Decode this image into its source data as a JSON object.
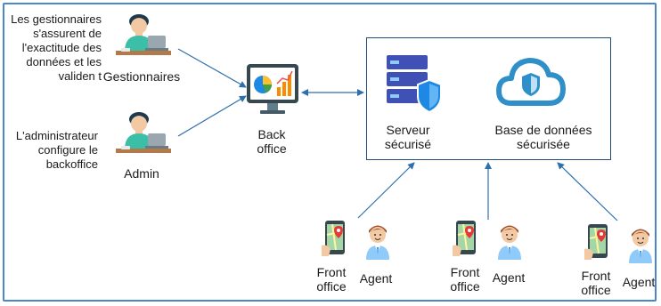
{
  "notes": {
    "managers_note": [
      "Les gestionnaires",
      "s'assurent de",
      "l'exactitude des",
      "données et les",
      "validen t"
    ],
    "admin_note": [
      "L'administrateur",
      "configure le",
      "backoffice"
    ]
  },
  "actors": {
    "managers_label": "Gestionnaires",
    "admin_label": "Admin",
    "agent_label": "Agent"
  },
  "backoffice": {
    "label": [
      "Back",
      "office"
    ]
  },
  "server_group": {
    "server_label": [
      "Serveur",
      "sécurisé"
    ],
    "database_label": [
      "Base de données",
      "sécurisée"
    ]
  },
  "front": {
    "label": [
      "Front",
      "office"
    ]
  },
  "colors": {
    "arrow": "#2e6fad",
    "box_border": "#1f4e79",
    "frame": "#4a86c8",
    "cloud": "#2f8fc9"
  }
}
